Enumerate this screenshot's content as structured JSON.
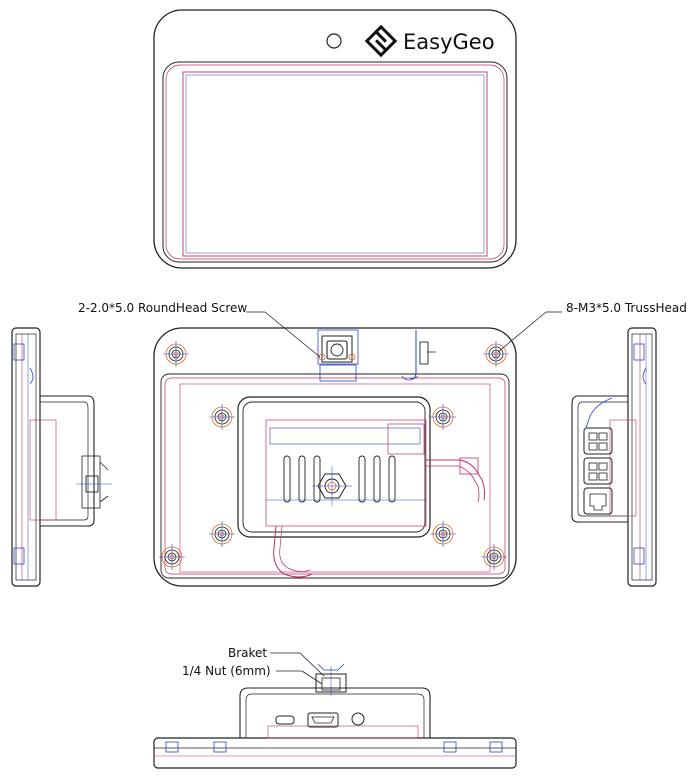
{
  "brand": {
    "name": "EasyGeo"
  },
  "labels": {
    "screw_roundhead": "2-2.0*5.0 RoundHead Screw",
    "screw_trusshead": "8-M3*5.0 TrussHead",
    "braket": "Braket",
    "nut": "1/4 Nut (6mm)"
  },
  "colors": {
    "outline": "#222222",
    "pcb": "#c0306a",
    "dimension": "#2a44c8",
    "mount": "#e06a2a"
  }
}
